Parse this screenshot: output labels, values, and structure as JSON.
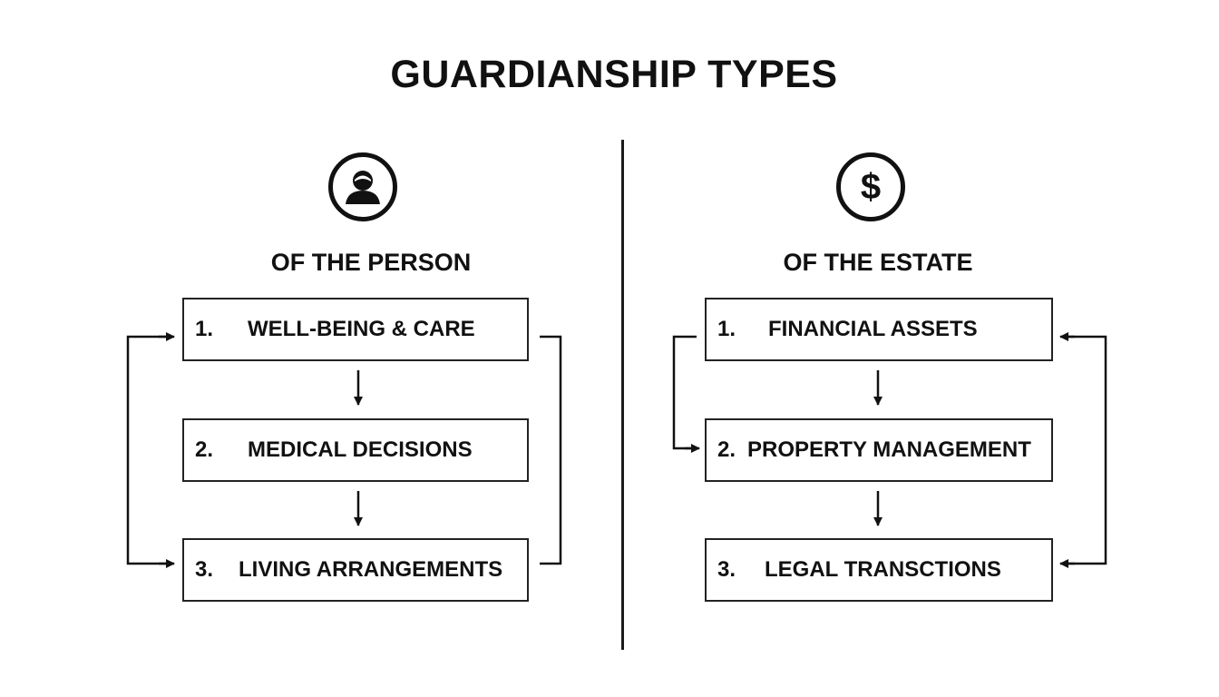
{
  "title": "GUARDIANSHIP TYPES",
  "icons": {
    "left": "person-icon",
    "right": "dollar-icon"
  },
  "left_column": {
    "heading": "OF THE PERSON",
    "items": [
      {
        "num": "1.",
        "label": "WELL-BEING & CARE"
      },
      {
        "num": "2.",
        "label": "MEDICAL DECISIONS"
      },
      {
        "num": "3.",
        "label": "LIVING ARRANGEMENTS"
      }
    ]
  },
  "right_column": {
    "heading": "OF THE ESTATE",
    "items": [
      {
        "num": "1.",
        "label": "FINANCIAL ASSETS"
      },
      {
        "num": "2.",
        "label": "PROPERTY MANAGEMENT"
      },
      {
        "num": "3.",
        "label": "LEGAL TRANSCTIONS"
      }
    ]
  },
  "dollar_glyph": "$"
}
